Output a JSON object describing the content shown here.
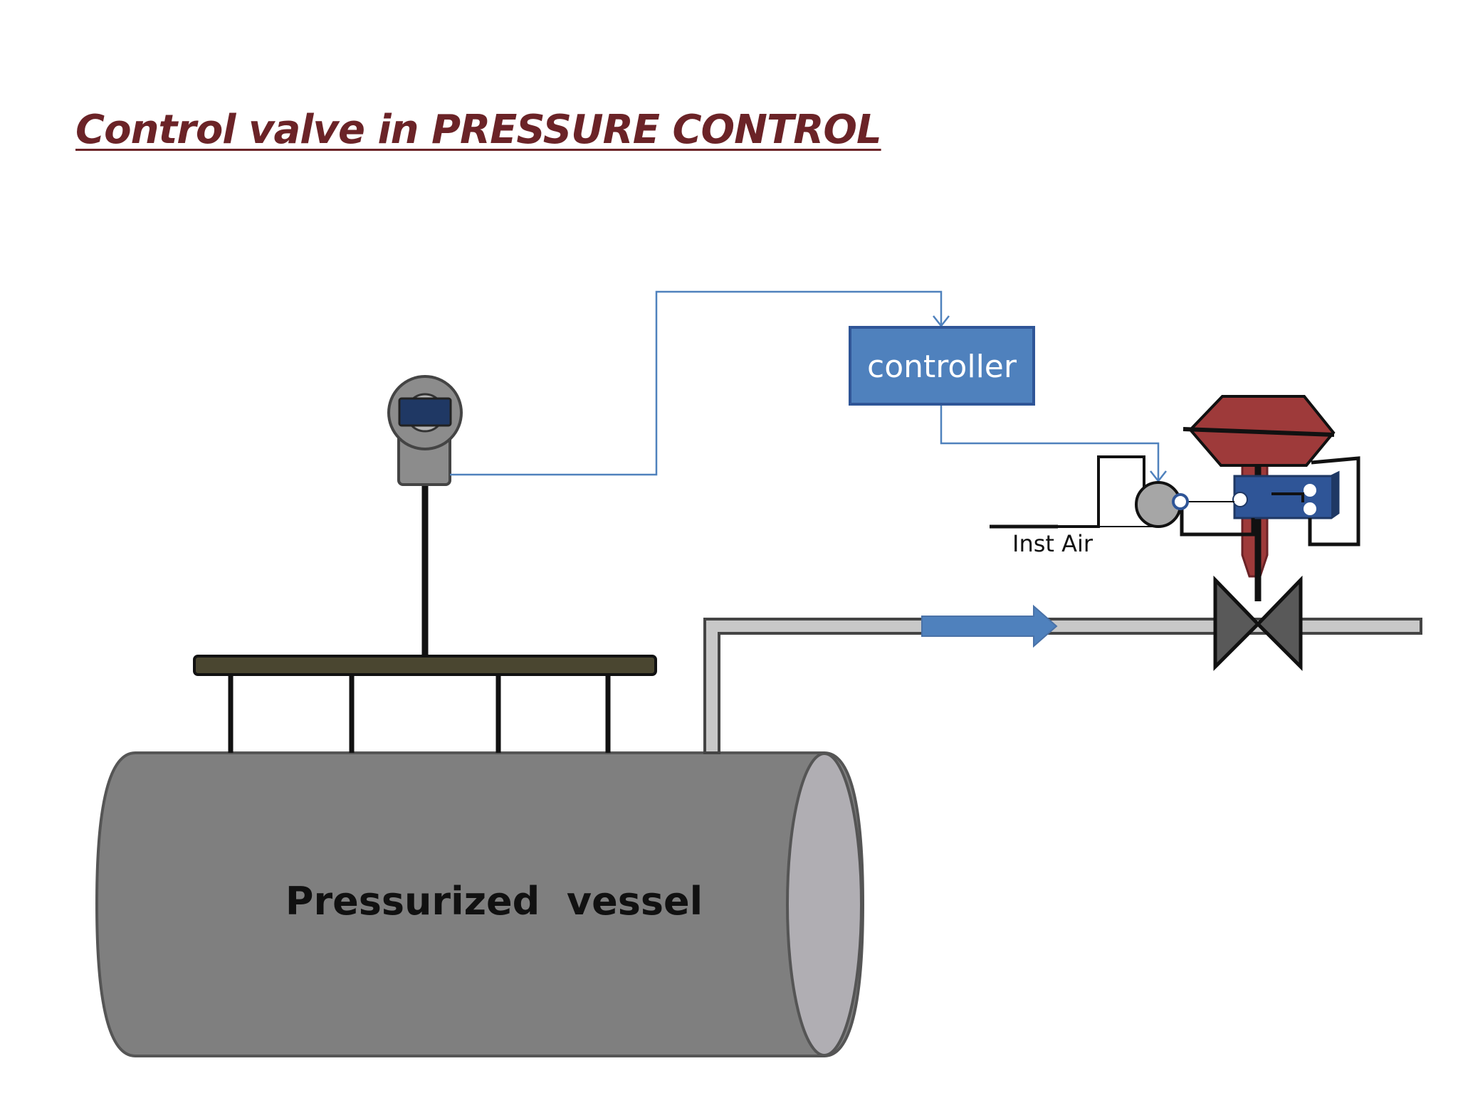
{
  "title": "Control valve in PRESSURE CONTROL",
  "labels": {
    "controller": "controller",
    "inst_air": "Inst Air",
    "vessel": "Pressurized  vessel"
  },
  "colors": {
    "title": "#6b2327",
    "controller_fill": "#4f81bd",
    "signal_line": "#4f81bd",
    "vessel_body": "#7f7f7f",
    "vessel_end": "#b0aeb3",
    "actuator": "#9e3a3a",
    "positioner": "#2f5597",
    "manifold": "#4a4630",
    "pipe": "#c8c8c8",
    "flow_arrow": "#4f81bd"
  },
  "icons": {
    "transmitter": "pressure-transmitter-icon",
    "valve": "control-valve-icon",
    "flow": "flow-arrow-icon"
  }
}
